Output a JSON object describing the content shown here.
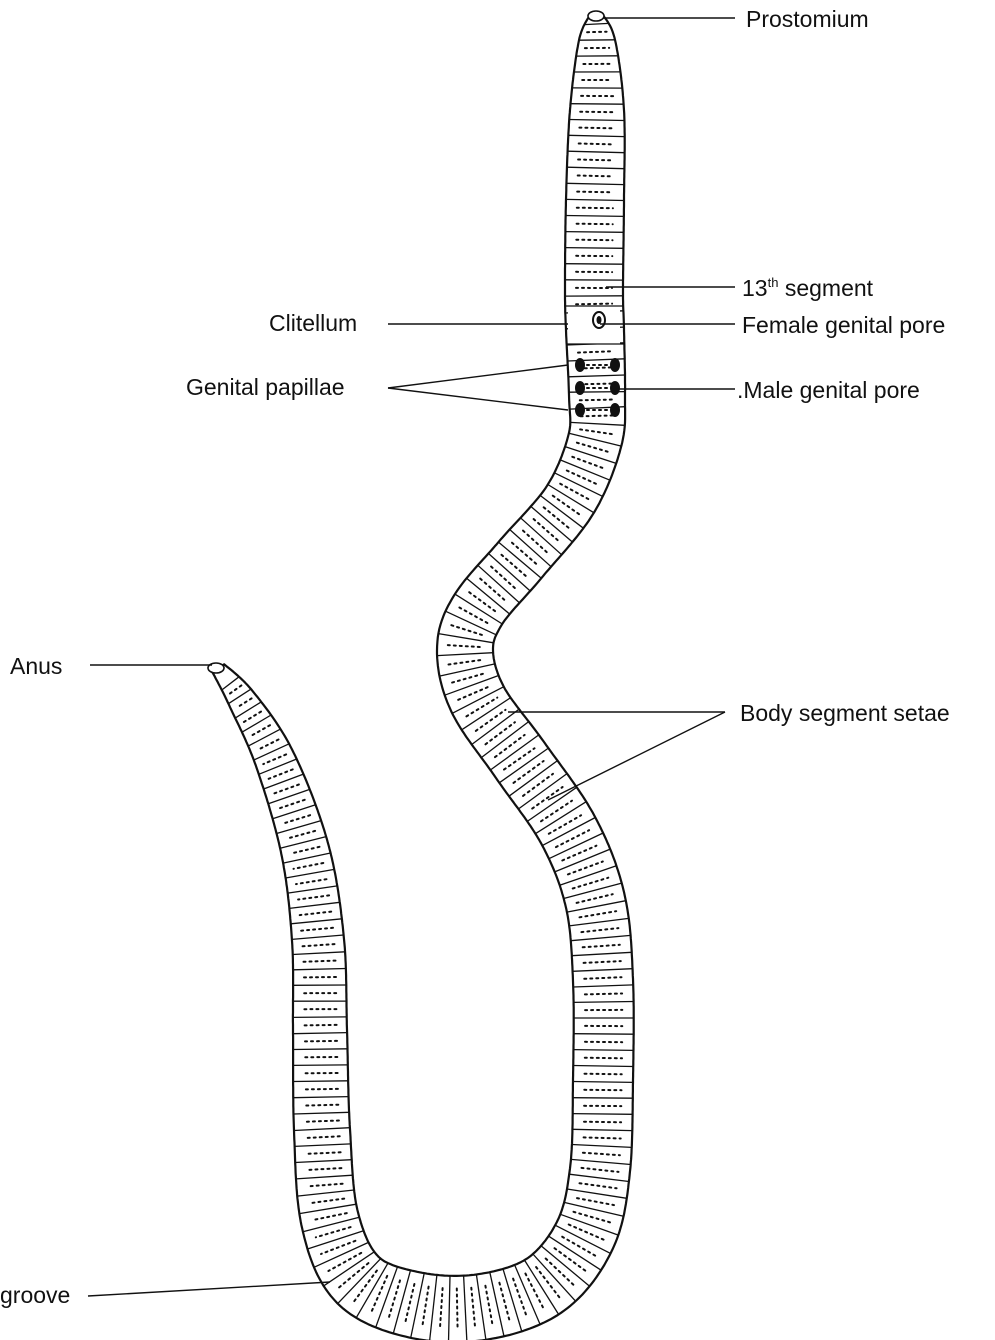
{
  "labels": {
    "prostomium": "Prostomium",
    "segment_13": "13",
    "segment_13_sup": "th",
    "segment_13_rest": " segment",
    "female_genital_pore": "Female genital pore",
    "male_genital_pore": ".Male genital pore",
    "clitellum": "Clitellum",
    "genital_papillae": "Genital papillae",
    "anus": "Anus",
    "body_segment_setae": "Body segment setae",
    "groove": "groove"
  },
  "colors": {
    "ink": "#111111",
    "paper": "#ffffff"
  }
}
